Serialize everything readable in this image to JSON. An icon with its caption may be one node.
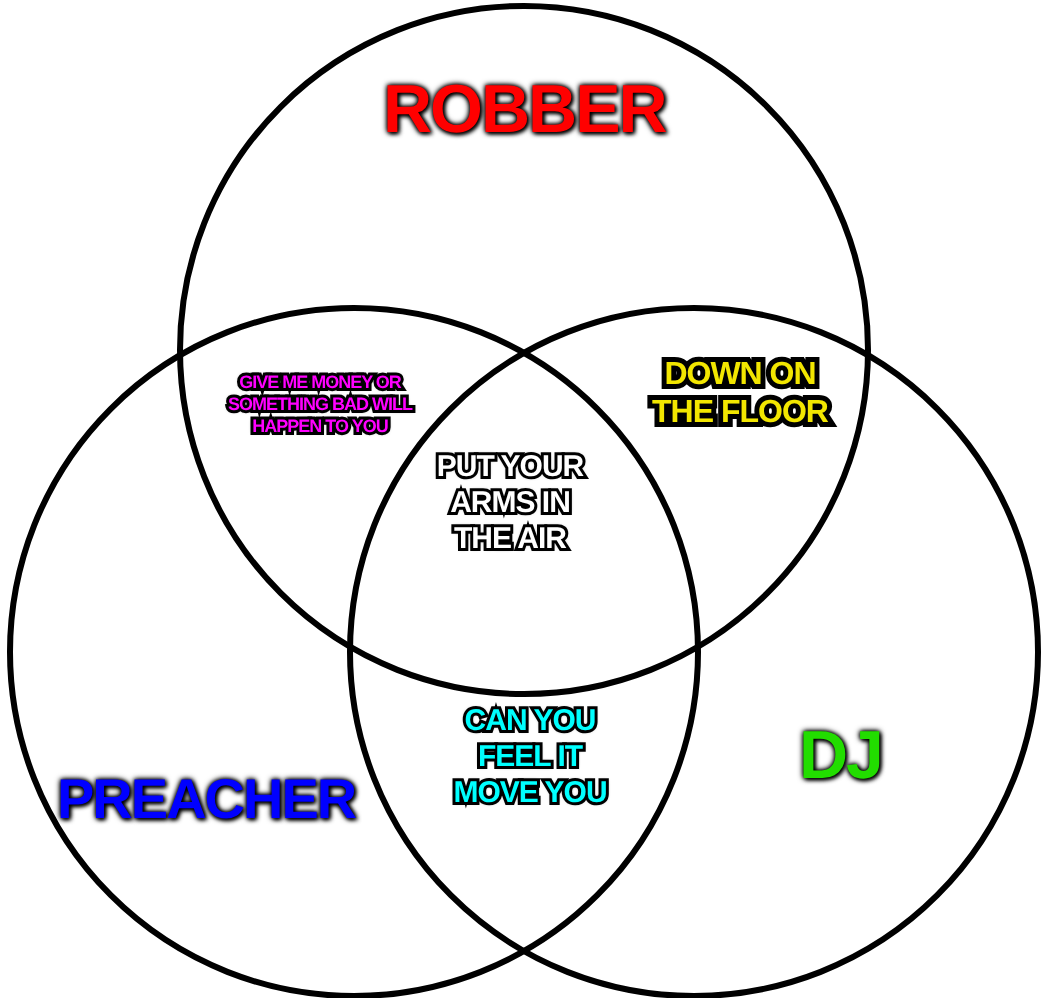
{
  "diagram": {
    "nodes": [
      {
        "text": [
          "ROBBER"
        ]
      },
      {
        "text": [
          "PREACHER"
        ]
      },
      {
        "text": [
          "DJ"
        ]
      }
    ],
    "labels": [
      "GIVE ME MONEY OR SOMETHING BAD WILL HAPPEN TO YOU",
      "DOWN ON THE FLOOR",
      "PUT YOUR ARMS IN THE AIR",
      "CAN YOU FEEL IT MOVE YOU"
    ]
  }
}
